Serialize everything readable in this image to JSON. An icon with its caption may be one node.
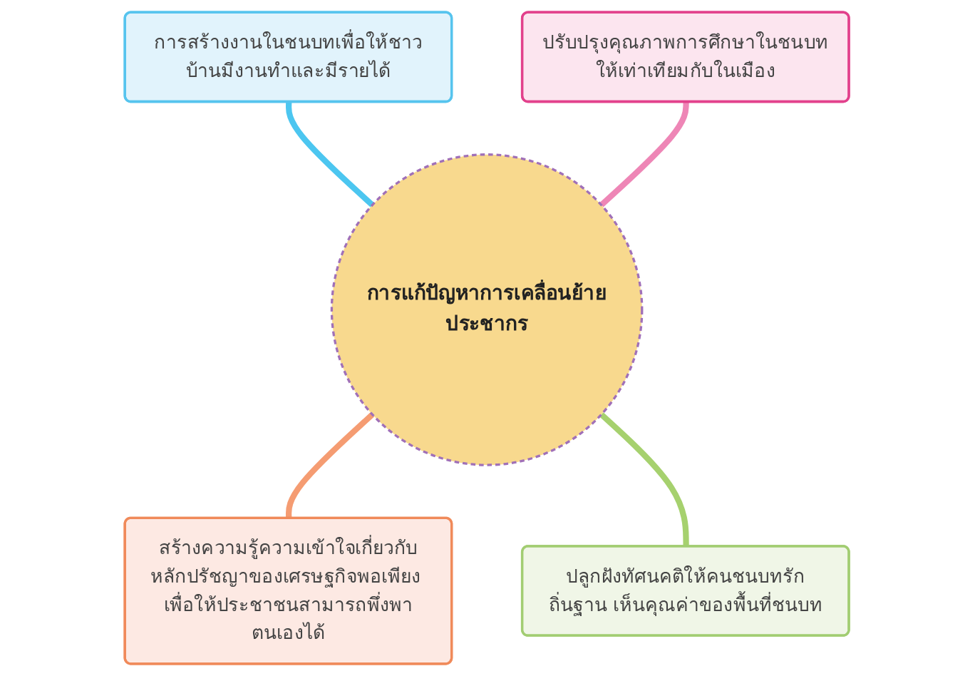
{
  "diagram": {
    "nodes": [
      {
        "text": [
          "การแก้ปัญหาการเคลื่อนย้ายประชากร"
        ]
      },
      {
        "text": [
          "การสร้างงานในชนบทเพื่อให้ชาวบ้านมีงานทำและมีรายได้"
        ]
      },
      {
        "text": [
          "ปรับปรุงคุณภาพการศึกษาในชนบทให้เท่าเทียมกับในเมือง"
        ]
      },
      {
        "text": [
          "สร้างความรู้ความเข้าใจเกี่ยวกับหลักปรัชญาของเศรษฐกิจพอเพียง เพื่อให้ประชาชนสามารถพึ่งพาตนเองได้"
        ]
      },
      {
        "text": [
          "ปลูกฝังทัศนคติให้คนชนบทรักถิ่นฐาน เห็นคุณค่าของพื้นที่ชนบท"
        ]
      }
    ],
    "edges": [
      {
        "from": 1,
        "to": 0,
        "arrow": "none",
        "color": "#4cc6f0"
      },
      {
        "from": 2,
        "to": 0,
        "arrow": "none",
        "color": "#ee86b6"
      },
      {
        "from": 0,
        "to": 3,
        "arrow": "none",
        "color": "#f59c72"
      },
      {
        "from": 0,
        "to": 4,
        "arrow": "none",
        "color": "#a6d16e"
      }
    ]
  }
}
